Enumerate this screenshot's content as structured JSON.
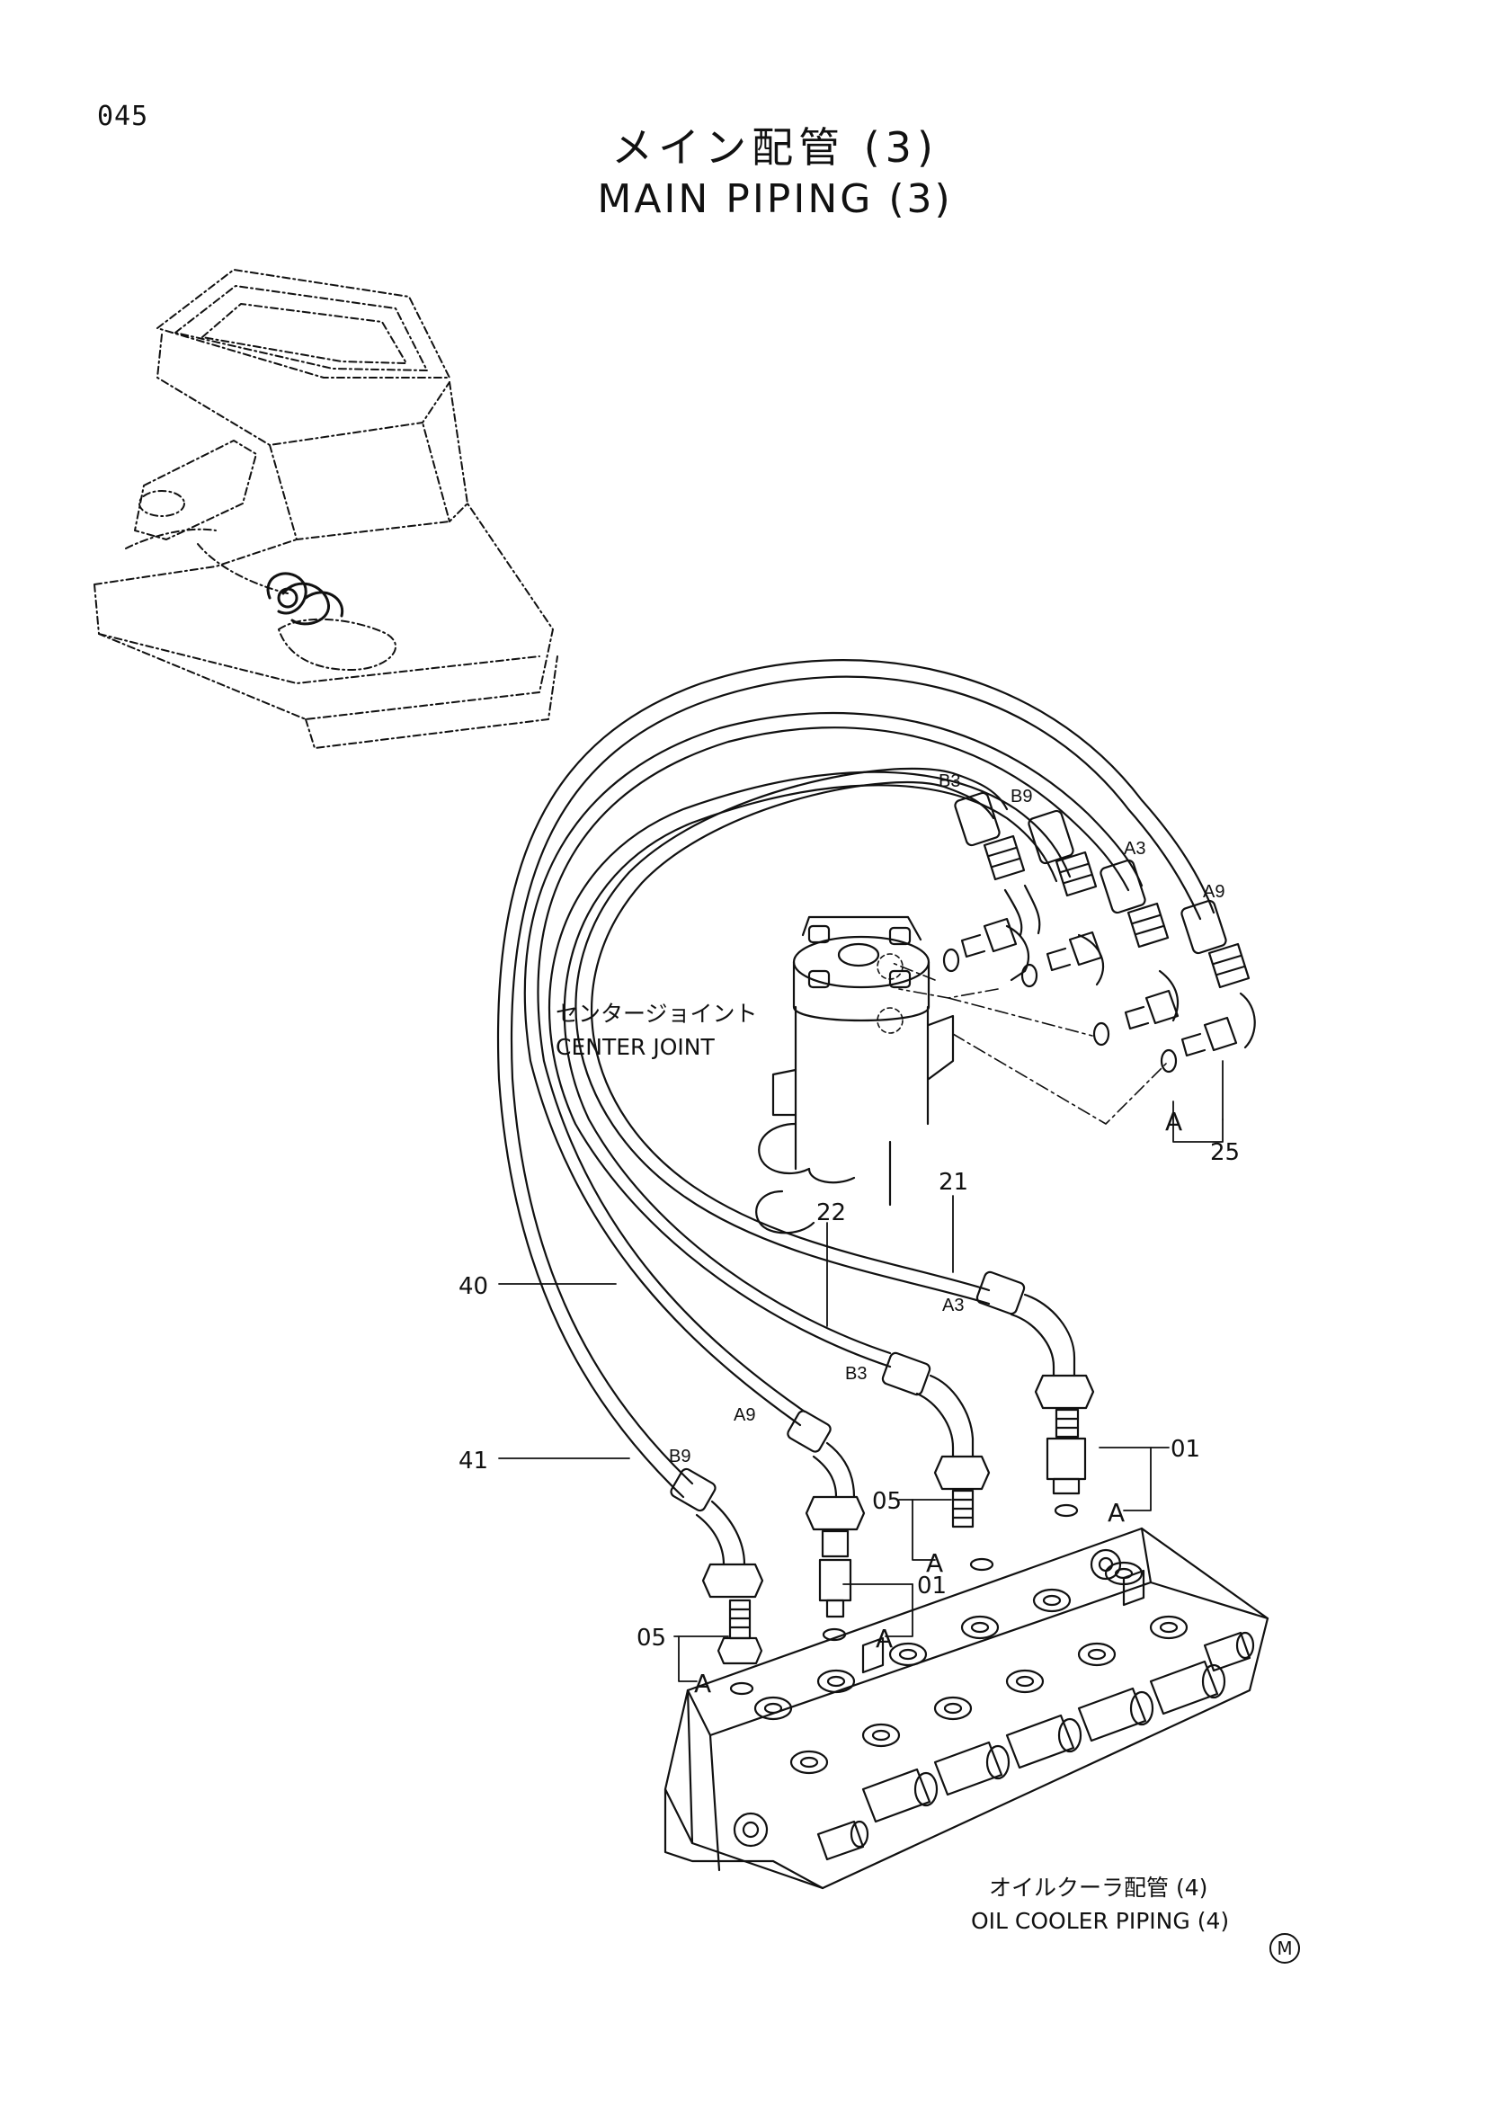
{
  "page": {
    "number": "045"
  },
  "title": {
    "jp": "メイン配管 (3)",
    "en": "MAIN PIPING (3)"
  },
  "callouts": {
    "center_joint_jp": "センタージョイント",
    "center_joint_en": "CENTER JOINT",
    "oil_cooler_jp": "オイルクーラ配管 (4)",
    "oil_cooler_en": "OIL COOLER PIPING (4)"
  },
  "part_numbers": [
    "01",
    "01",
    "05",
    "05",
    "21",
    "22",
    "25",
    "40",
    "41"
  ],
  "connection_labels": [
    "B3",
    "B9",
    "A3",
    "A9",
    "A3",
    "B3",
    "A9",
    "B9"
  ],
  "detail_marks": [
    "A",
    "A",
    "A",
    "A",
    "A"
  ],
  "footer": {
    "mark": "M"
  }
}
